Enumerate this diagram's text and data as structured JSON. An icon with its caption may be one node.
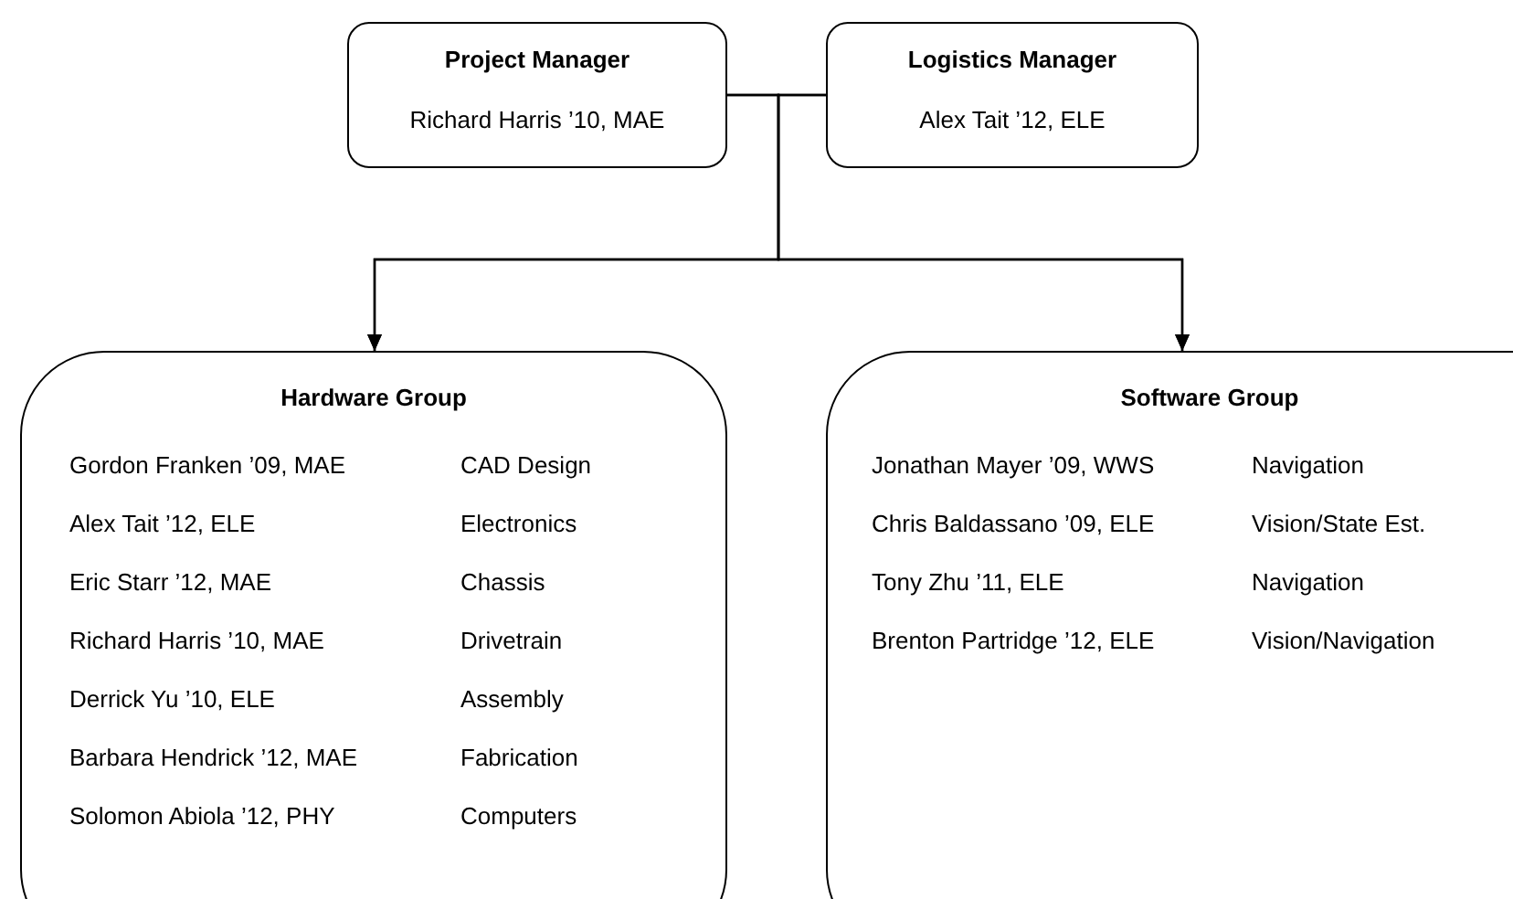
{
  "diagram": {
    "nodes": [
      {
        "text": [
          "Project Manager",
          "Richard Harris ’10, MAE"
        ]
      },
      {
        "text": [
          "Logistics Manager",
          "Alex Tait ’12, ELE"
        ]
      },
      {
        "text": [
          "Hardware Group",
          "Gordon Franken ’09, MAE",
          "CAD Design",
          "Alex Tait ’12, ELE",
          "Electronics",
          "Eric Starr ’12, MAE",
          "Chassis",
          "Richard Harris ’10, MAE",
          "Drivetrain",
          "Derrick Yu ’10, ELE",
          "Assembly",
          "Barbara Hendrick ’12, MAE",
          "Fabrication",
          "Solomon Abiola ’12, PHY",
          "Computers"
        ]
      },
      {
        "text": [
          "Software Group",
          "Jonathan Mayer ’09, WWS",
          "Navigation",
          "Chris Baldassano ’09, ELE",
          "Vision/State Est.",
          "Tony Zhu ’11, ELE",
          "Navigation",
          "Brenton Partridge ’12, ELE",
          "Vision/Navigation"
        ]
      }
    ],
    "edges": [
      {
        "from": 0,
        "to": 2,
        "arrow": "to"
      },
      {
        "from": 0,
        "to": 3,
        "arrow": "to"
      },
      {
        "from": 1,
        "to": 2,
        "arrow": "to"
      },
      {
        "from": 1,
        "to": 3,
        "arrow": "to"
      }
    ]
  }
}
